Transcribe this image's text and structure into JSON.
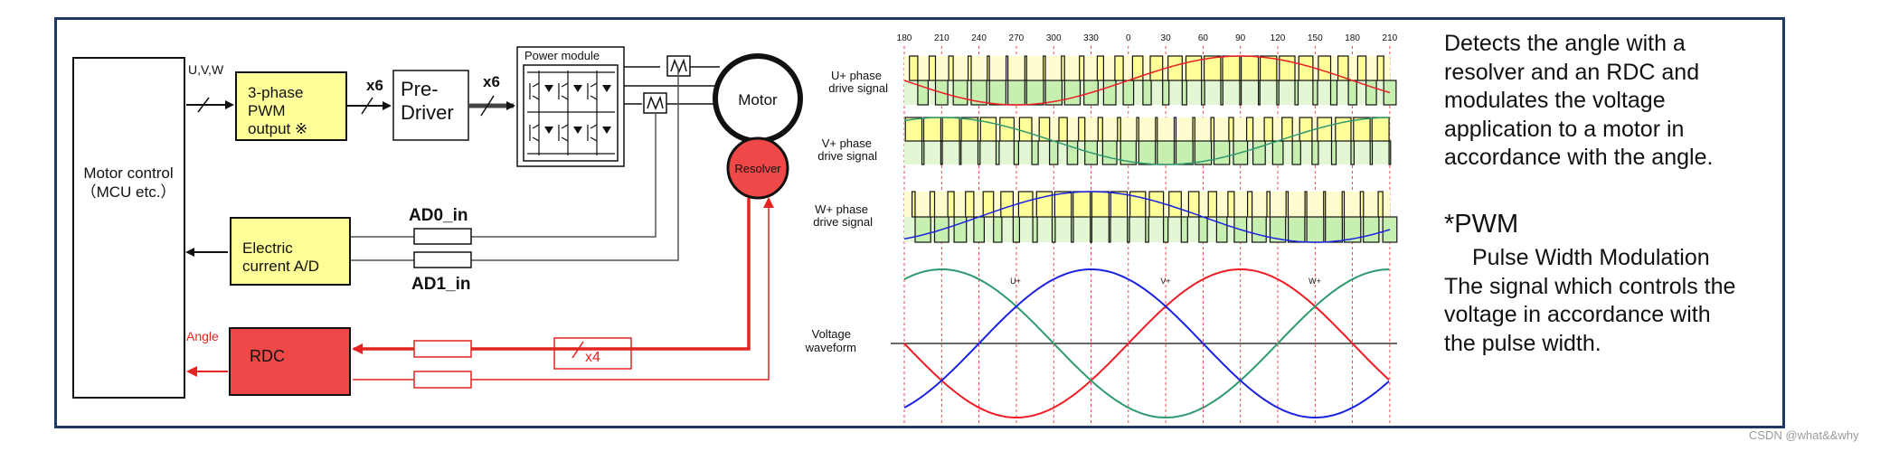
{
  "block_diagram": {
    "mcu_label": [
      "Motor control",
      "（MCU etc.）"
    ],
    "uvw_label": "U,V,W",
    "pwm_block": [
      "3-phase",
      "PWM",
      "output ※"
    ],
    "x6_a": "x6",
    "predriver": [
      "Pre-",
      "Driver"
    ],
    "x6_b": "x6",
    "power_module": "Power module",
    "motor": "Motor",
    "resolver": "Resolver",
    "ad0": "AD0_in",
    "ad1": "AD1_in",
    "current_ad": [
      "Electric",
      "current A/D"
    ],
    "angle": "Angle",
    "rdc": "RDC",
    "x4": "x4"
  },
  "waveforms": {
    "angle_labels": [
      "180",
      "210",
      "240",
      "270",
      "300",
      "330",
      "0",
      "30",
      "60",
      "90",
      "120",
      "150",
      "180",
      "210"
    ],
    "u_signal": [
      "U+ phase",
      "drive signal"
    ],
    "v_signal": [
      "V+ phase",
      "drive signal"
    ],
    "w_signal": [
      "W+ phase",
      "drive signal"
    ],
    "voltage": [
      "Voltage",
      "waveform"
    ],
    "phase_labels": [
      "U+",
      "V+",
      "W+"
    ],
    "colors": {
      "u": "#ee1c25",
      "v": "#2f9a6e",
      "w": "#1b22e0"
    }
  },
  "description": [
    "Detects the angle with a",
    "resolver and an RDC and",
    "modulates the voltage",
    "application to a motor in",
    "accordance with the angle."
  ],
  "pwm": {
    "title": "*PWM",
    "subtitle": "Pulse Width Modulation",
    "lines": [
      "The signal which controls the",
      "voltage in accordance with",
      "the pulse width."
    ]
  },
  "watermark": "CSDN @what&&why"
}
